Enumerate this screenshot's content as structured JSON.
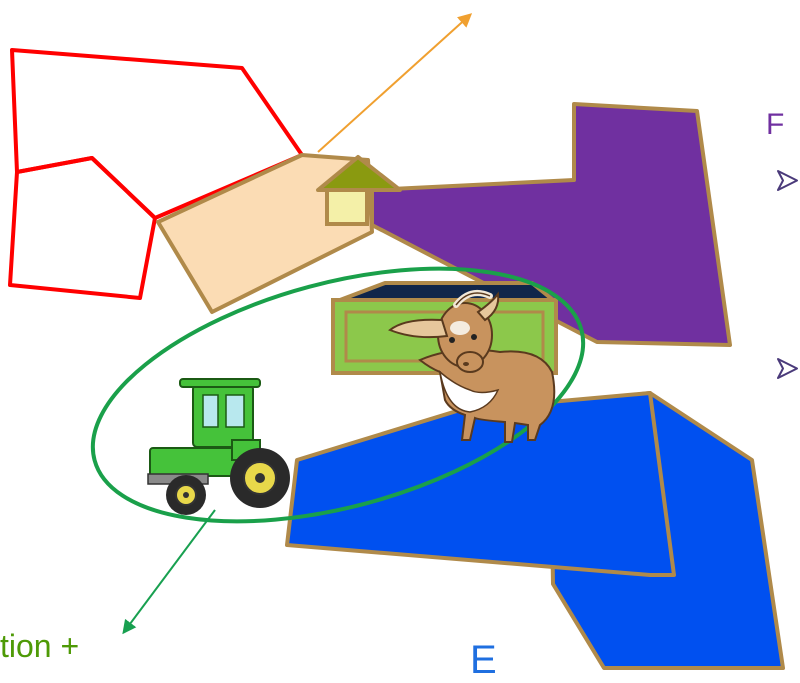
{
  "labels": {
    "top_right": "F",
    "bottom_left": "tion +",
    "bottom_center": "E"
  },
  "bullets": [
    "bullet-1",
    "bullet-2"
  ],
  "icons": [
    "farmhouse-icon",
    "shed-icon",
    "goat-icon",
    "tractor-icon",
    "chevron-bullet-icon"
  ],
  "colors": {
    "parcel_outline": "#ff0000",
    "pink_parcel": "#fbdcb4",
    "purple_parcel": "#7030a0",
    "blue_parcel": "#0050f0",
    "parcel_border": "#b08a4a",
    "ellipse": "#1aa04a",
    "orange_arrow": "#f0a030",
    "green_arrow": "#18a050",
    "shed_green": "#8cc84b",
    "roof_navy": "#10264a",
    "house_roof": "#8a9a10",
    "house_wall": "#f4f0a8"
  }
}
